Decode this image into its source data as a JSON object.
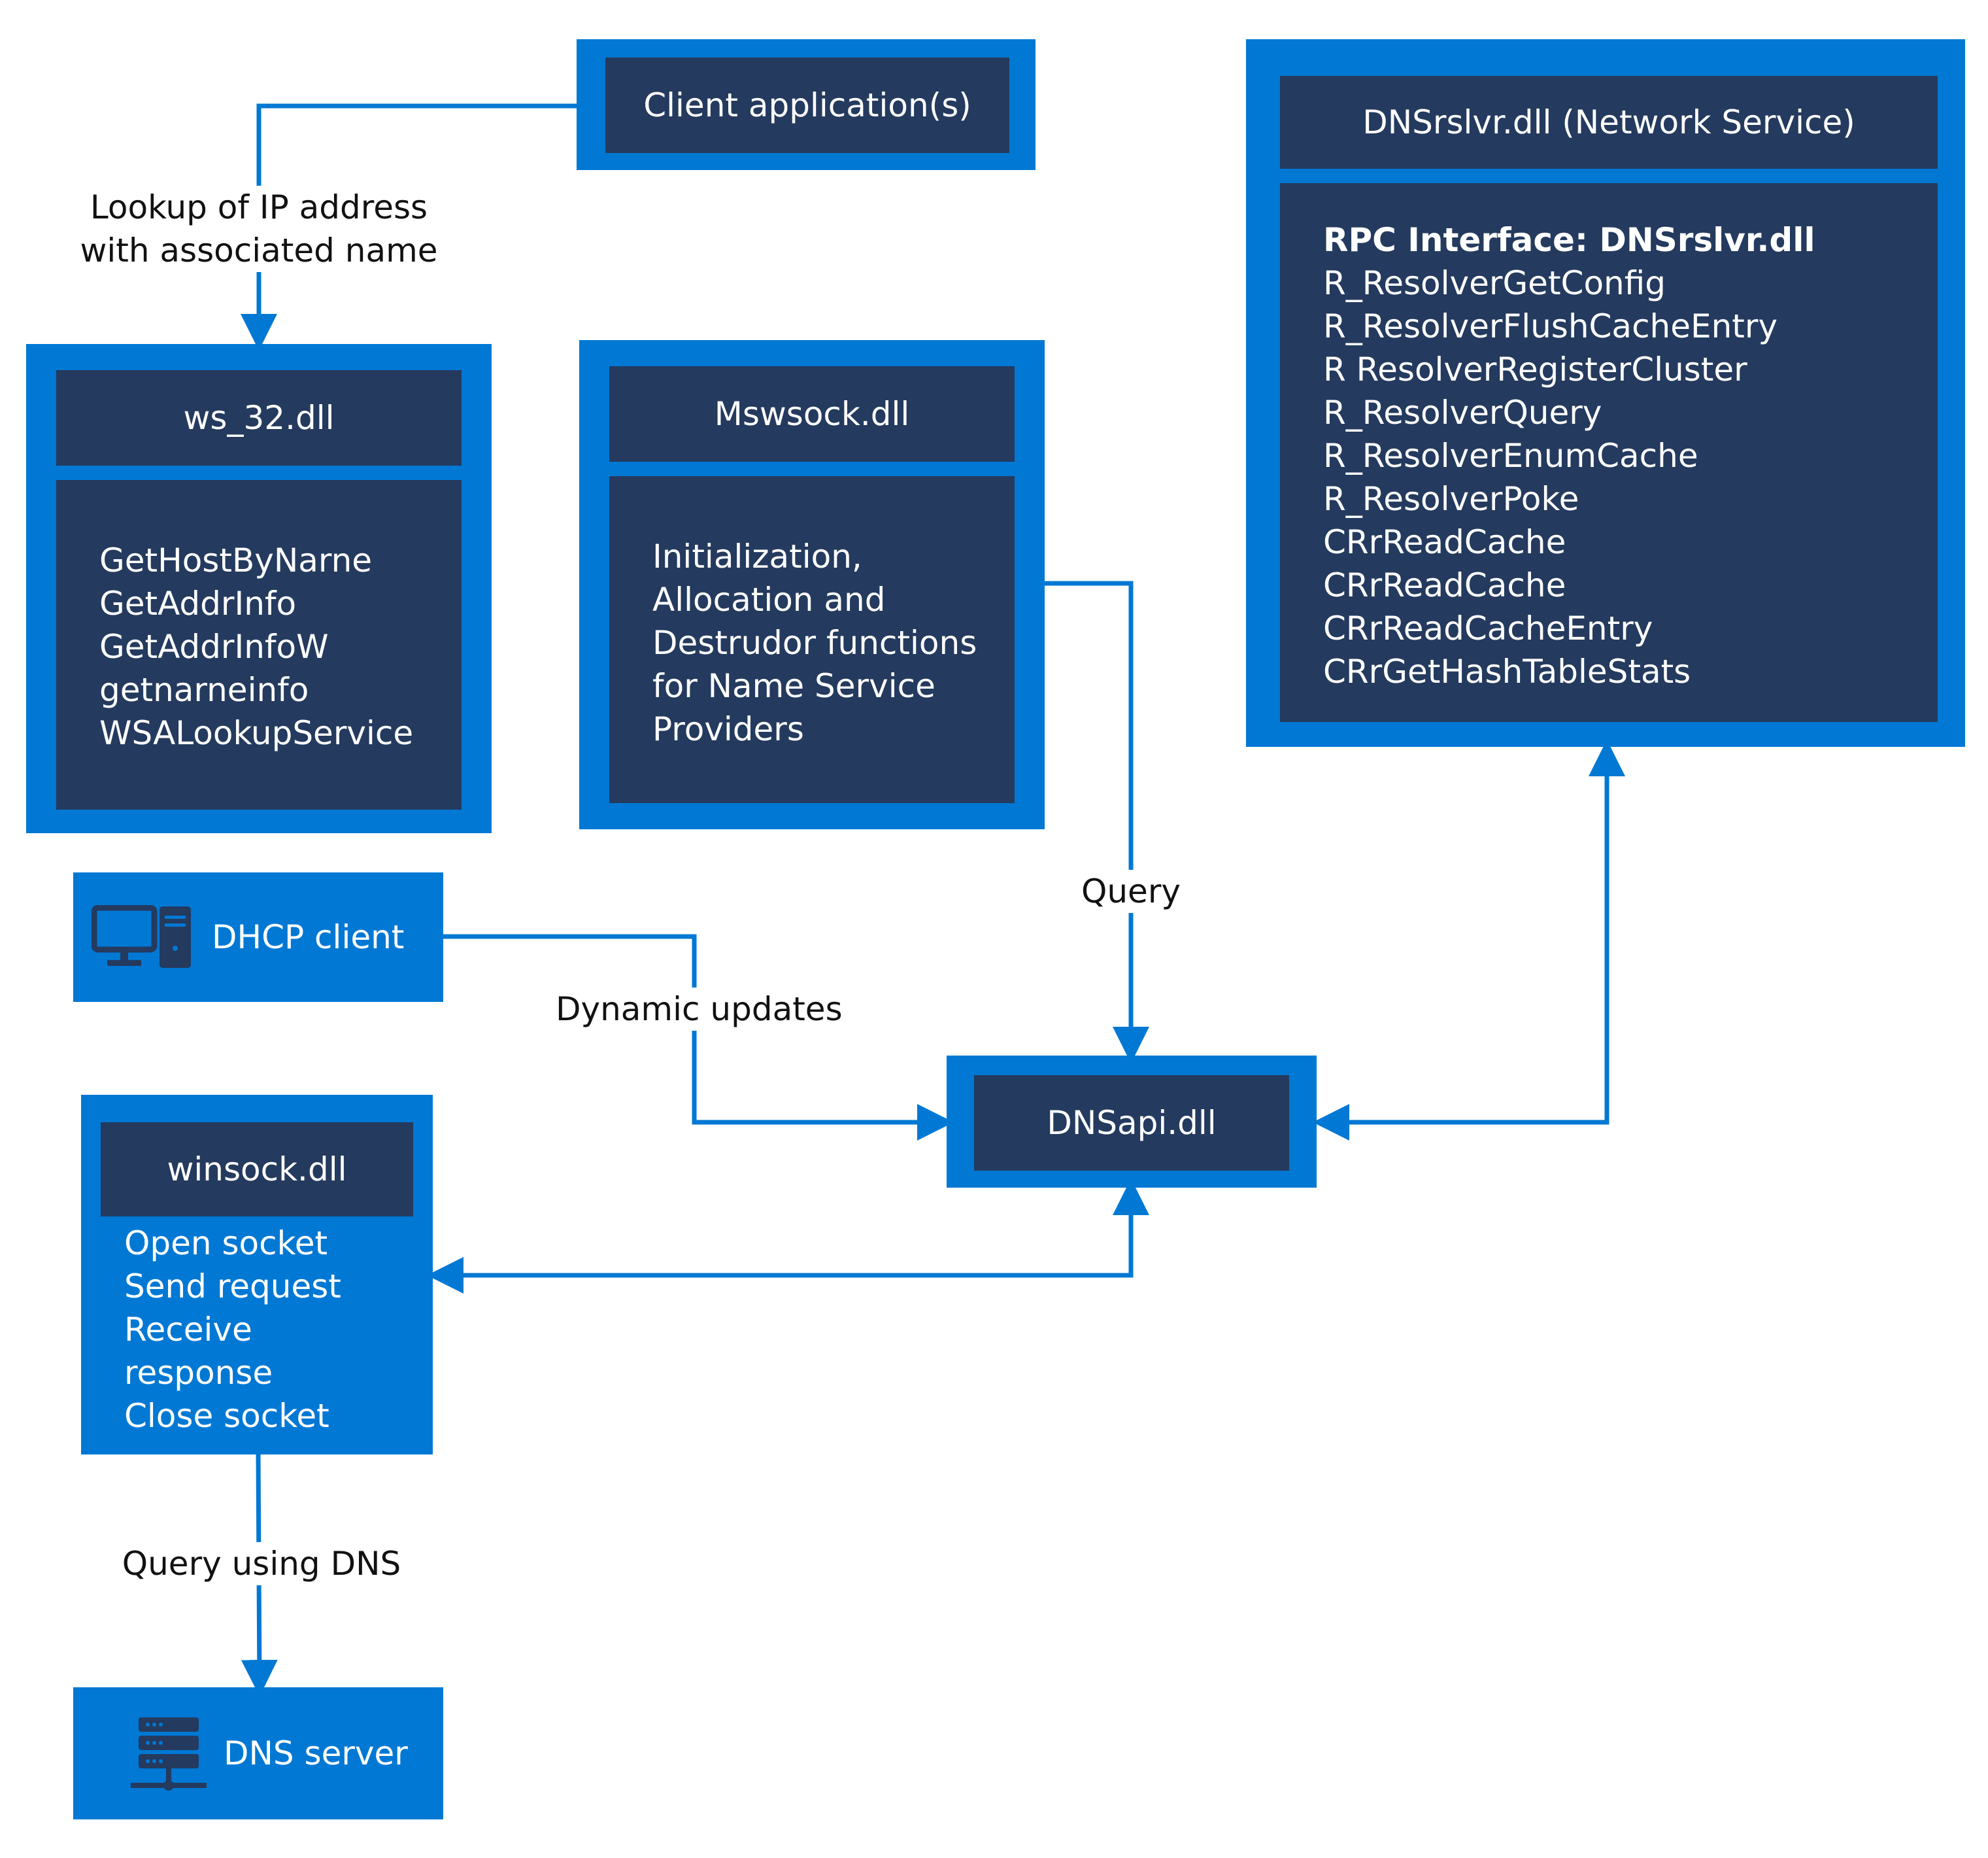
{
  "client_app": {
    "label": "Client application(s)"
  },
  "ws32": {
    "title": "ws_32.dll",
    "functions": [
      "GetHostByNarne",
      "GetAddrInfo",
      "GetAddrInfoW",
      "getnarneinfo",
      "WSALookupService"
    ]
  },
  "mswsock": {
    "title": "Mswsock.dll",
    "description": [
      "Initialization,",
      "Allocation and",
      "Destrudor functions",
      "for Name Service",
      "Providers"
    ]
  },
  "dnsrslvr": {
    "title": "DNSrslvr.dll (Network Service)",
    "interface": "RPC Interface: DNSrslvr.dll",
    "functions": [
      "R_ResolverGetConfig",
      "R_ResolverFlushCacheEntry",
      "R ResolverRegisterCluster",
      "R_ResolverQuery",
      "R_ResolverEnumCache",
      "R_ResolverPoke",
      "CRrReadCache",
      "CRrReadCache",
      "CRrReadCacheEntry",
      "CRrGetHashTableStats"
    ]
  },
  "dhcp": {
    "label": "DHCP client",
    "icon": "computer-icon"
  },
  "dnsapi": {
    "label": "DNSapi.dll"
  },
  "winsock": {
    "title": "winsock.dll",
    "steps": [
      "Open socket",
      "Send request",
      "Receive",
      "response",
      "Close socket"
    ]
  },
  "dns_server": {
    "label": "DNS server",
    "icon": "server-icon"
  },
  "edges": {
    "lookup_line1": "Lookup of IP address",
    "lookup_line2": "with associated name",
    "query": "Query",
    "dynamic_updates": "Dynamic updates",
    "query_using_dns": "Query using DNS"
  },
  "colors": {
    "accent": "#0078d4",
    "dark": "#243a5e",
    "text_light": "#ffffff",
    "text_dark": "#111111"
  }
}
